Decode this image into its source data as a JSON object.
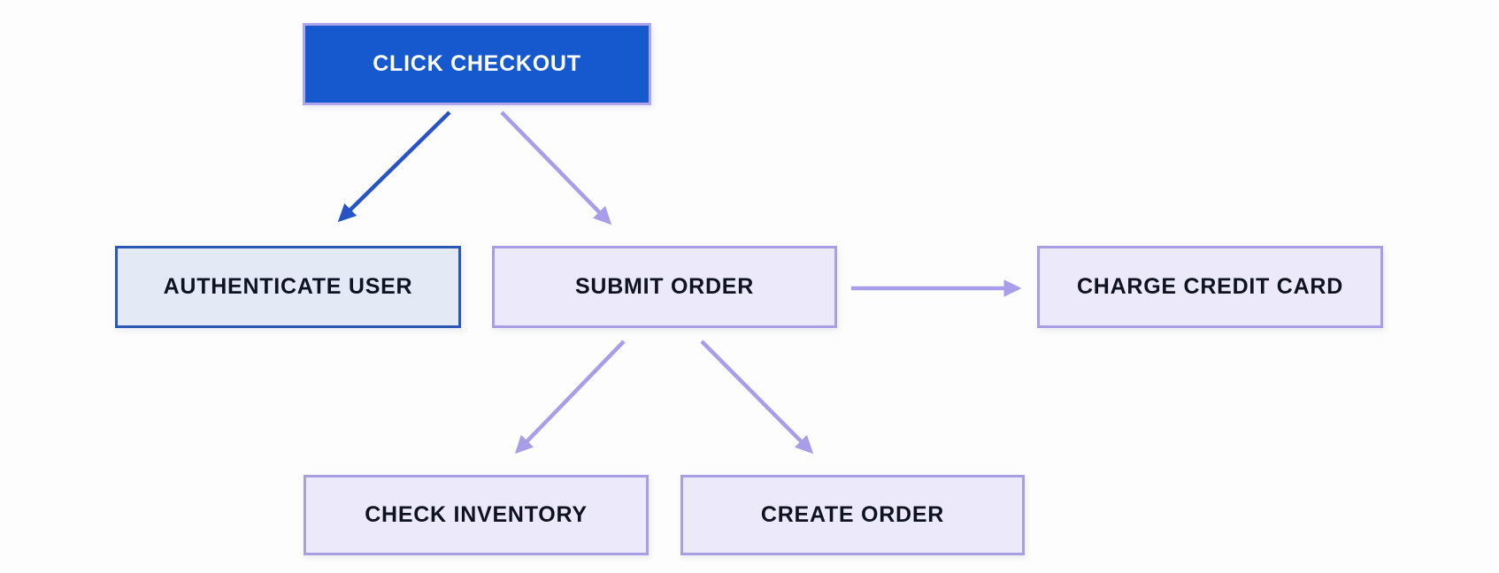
{
  "diagram": {
    "nodes": [
      {
        "id": "click-checkout",
        "label": "CLICK CHECKOUT"
      },
      {
        "id": "authenticate-user",
        "label": "AUTHENTICATE USER"
      },
      {
        "id": "submit-order",
        "label": "SUBMIT ORDER"
      },
      {
        "id": "charge-credit-card",
        "label": "CHARGE CREDIT CARD"
      },
      {
        "id": "check-inventory",
        "label": "CHECK INVENTORY"
      },
      {
        "id": "create-order",
        "label": "CREATE ORDER"
      }
    ],
    "edges": [
      {
        "from": "click-checkout",
        "to": "authenticate-user",
        "color": "blue"
      },
      {
        "from": "click-checkout",
        "to": "submit-order",
        "color": "purple"
      },
      {
        "from": "submit-order",
        "to": "charge-credit-card",
        "color": "purple"
      },
      {
        "from": "submit-order",
        "to": "check-inventory",
        "color": "purple"
      },
      {
        "from": "submit-order",
        "to": "create-order",
        "color": "purple"
      }
    ],
    "colors": {
      "primary_node_fill": "#1658CD",
      "primary_node_border": "#AFA5EC",
      "primary_node_text": "#FFFFFF",
      "blue_node_fill": "#E4EAF5",
      "blue_node_border": "#2A58B4",
      "lavender_node_fill": "#ECE9FA",
      "lavender_node_border": "#A89EE4",
      "node_text": "#0E1223",
      "arrow_blue": "#2853C6",
      "arrow_purple": "#A79DE8",
      "background": "#FDFDFD"
    }
  }
}
